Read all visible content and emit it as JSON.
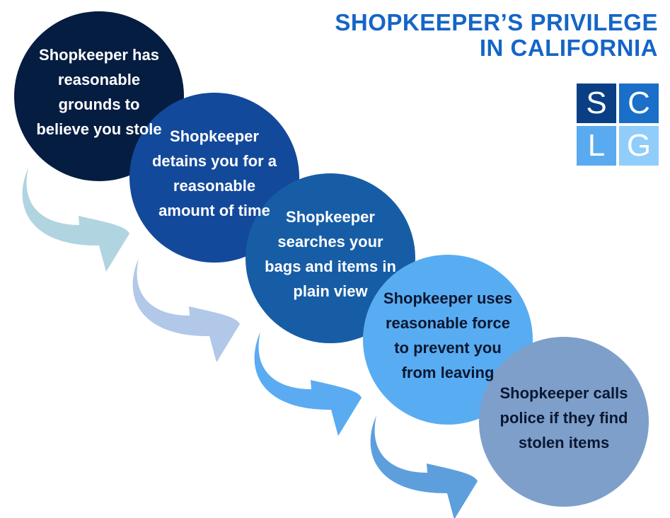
{
  "title": {
    "line1": "SHOPKEEPER’S PRIVILEGE",
    "line2": "IN CALIFORNIA"
  },
  "logo": {
    "letters": [
      "S",
      "C",
      "L",
      "G"
    ],
    "colors": [
      "#0a3f86",
      "#1a6fc9",
      "#5aaaf0",
      "#90cdfb"
    ]
  },
  "steps": [
    {
      "text": "Shopkeeper has reasonable grounds to believe you stole",
      "color": "#061d42",
      "text_color": "#ffffff"
    },
    {
      "text": "Shopkeeper detains you for a reasonable amount of time",
      "color": "#13499a",
      "text_color": "#ffffff"
    },
    {
      "text": "Shopkeeper searches your bags and items in plain view",
      "color": "#175da6",
      "text_color": "#ffffff"
    },
    {
      "text": "Shopkeeper uses reasonable force to prevent you from leaving",
      "color": "#58acf2",
      "text_color": "#0b1730"
    },
    {
      "text": "Shopkeeper calls police if they find stolen items",
      "color": "#7d9fca",
      "text_color": "#0b1730"
    }
  ],
  "arrow_colors": [
    "#b0d4e0",
    "#b2c8e8",
    "#5aabf2",
    "#5c9fdc"
  ]
}
